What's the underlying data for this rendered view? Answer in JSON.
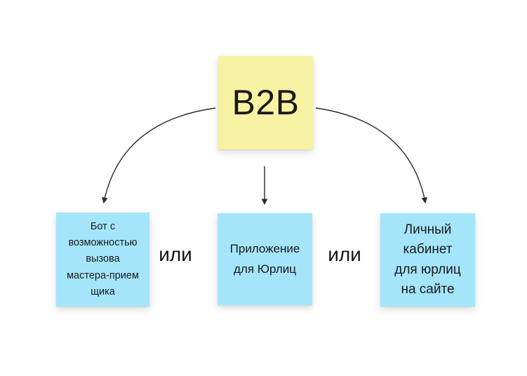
{
  "canvas": {
    "background_color": "#ffffff"
  },
  "root_note": {
    "label": "B2B",
    "color": "#F8F3A3",
    "text_color": "#1a1a1a"
  },
  "option_notes": [
    {
      "label": "Бот с\nвозможностью\nвызова\nмастера-прием\nщика",
      "color": "#A4E5FA"
    },
    {
      "label": "Приложение\nдля Юрлиц",
      "color": "#A4E5FA"
    },
    {
      "label": "Личный\nкабинет\nдля юрлиц\nна сайте",
      "color": "#A4E5FA"
    }
  ],
  "or_labels": {
    "first": "или",
    "second": "или"
  },
  "arrows": {
    "color": "#2b2b2b"
  }
}
